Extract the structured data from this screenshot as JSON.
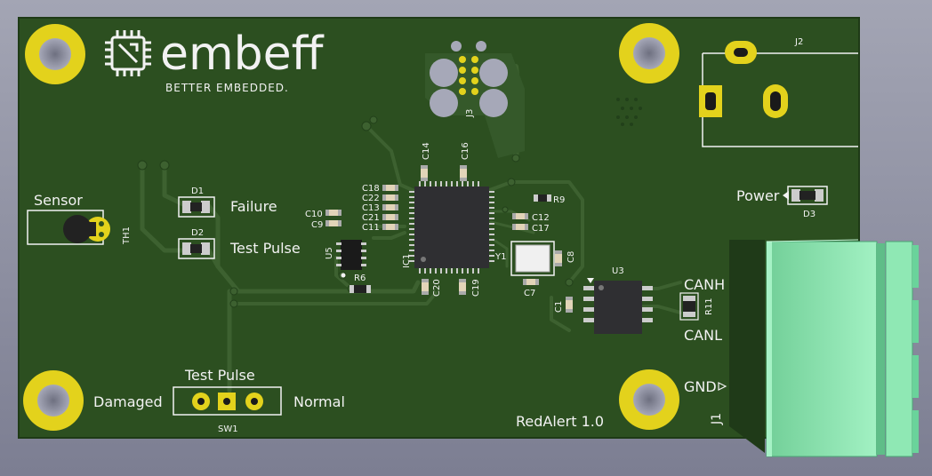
{
  "logo": {
    "brand": "embeff",
    "tagline": "BETTER EMBEDDED."
  },
  "board": {
    "revision": "RedAlert 1.0"
  },
  "labels": {
    "sensor": "Sensor",
    "failure": "Failure",
    "test_pulse_led": "Test Pulse",
    "test_pulse_switch": "Test Pulse",
    "damaged": "Damaged",
    "normal": "Normal",
    "power": "Power",
    "canh": "CANH",
    "canl": "CANL",
    "gnd": "GND"
  },
  "refdes": {
    "d1": "D1",
    "d2": "D2",
    "d3": "D3",
    "th1": "TH1",
    "sw1": "SW1",
    "j1": "J1",
    "j2": "J2",
    "j3": "J3",
    "u3": "U3",
    "u5": "U5",
    "ic1": "IC1",
    "y1": "Y1",
    "r6": "R6",
    "r9": "R9",
    "r11": "R11",
    "c1": "C1",
    "c7": "C7",
    "c8": "C8",
    "c9": "C9",
    "c10": "C10",
    "c11": "C11",
    "c12": "C12",
    "c13": "C13",
    "c14": "C14",
    "c16": "C16",
    "c17": "C17",
    "c18": "C18",
    "c19": "C19",
    "c20": "C20",
    "c21": "C21",
    "c22": "C22"
  },
  "colors": {
    "background": "#8f91a3",
    "pcb": "#2c4f20",
    "trace": "#3d6130",
    "pad_gold": "#e3d21c",
    "silkscreen": "#f2f2f2",
    "connector": "#8fe8b4"
  }
}
